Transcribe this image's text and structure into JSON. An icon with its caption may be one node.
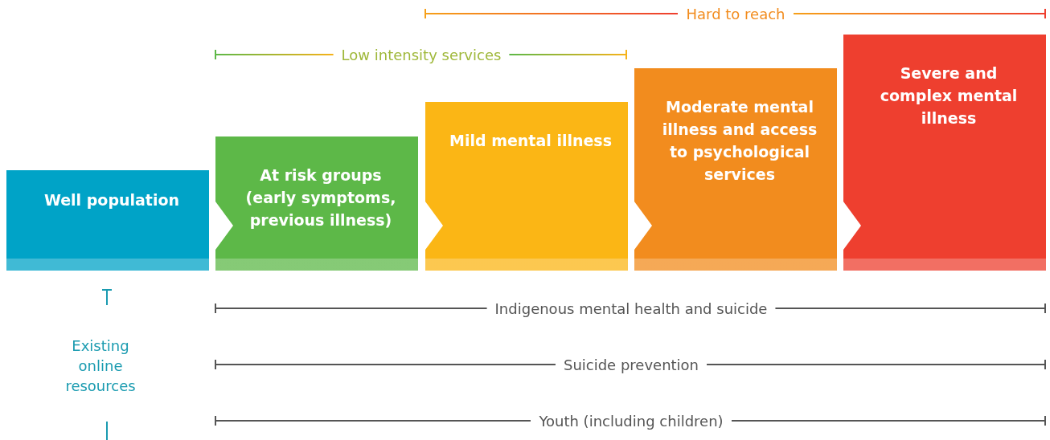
{
  "diagram": {
    "nodes": [
      {
        "text": [
          "Well population"
        ]
      },
      {
        "text": [
          "At risk groups (early symptoms, previous illness)"
        ]
      },
      {
        "text": [
          "Mild mental illness"
        ]
      },
      {
        "text": [
          "Moderate mental illness and access to psychological services"
        ]
      },
      {
        "text": [
          "Severe and complex mental illness"
        ]
      }
    ],
    "labels": [
      "Hard to reach",
      "Low intensity services",
      "Indigenous mental health and suicide",
      "Suicide prevention",
      "Existing online resources",
      "Youth (including children)"
    ]
  }
}
